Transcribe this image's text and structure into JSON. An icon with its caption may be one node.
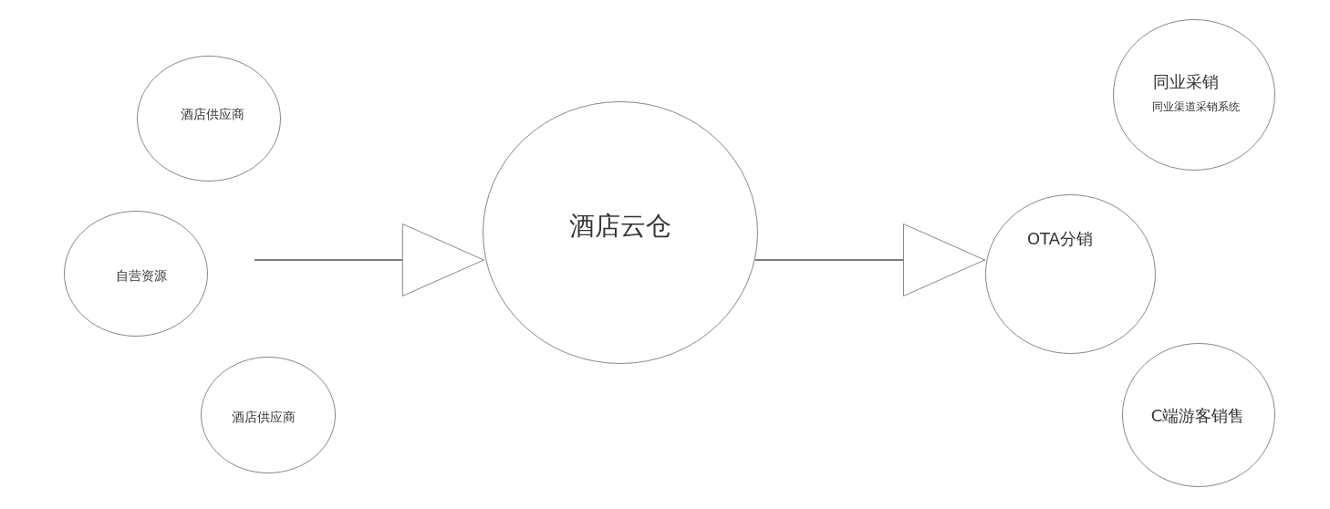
{
  "diagram": {
    "nodes": [
      {
        "text": [
          "酒店供应商"
        ]
      },
      {
        "text": [
          "自营资源"
        ]
      },
      {
        "text": [
          "酒店供应商"
        ]
      },
      {
        "text": [
          "酒店云仓"
        ]
      },
      {
        "text": [
          "同业采销",
          "同业渠道采销系统"
        ]
      },
      {
        "text": [
          "OTA分销"
        ]
      },
      {
        "text": [
          "C端游客销售"
        ]
      }
    ],
    "edges": [
      {
        "from": null,
        "to": 3,
        "arrow": "to"
      },
      {
        "from": 3,
        "to": 5,
        "arrow": "to"
      }
    ]
  }
}
